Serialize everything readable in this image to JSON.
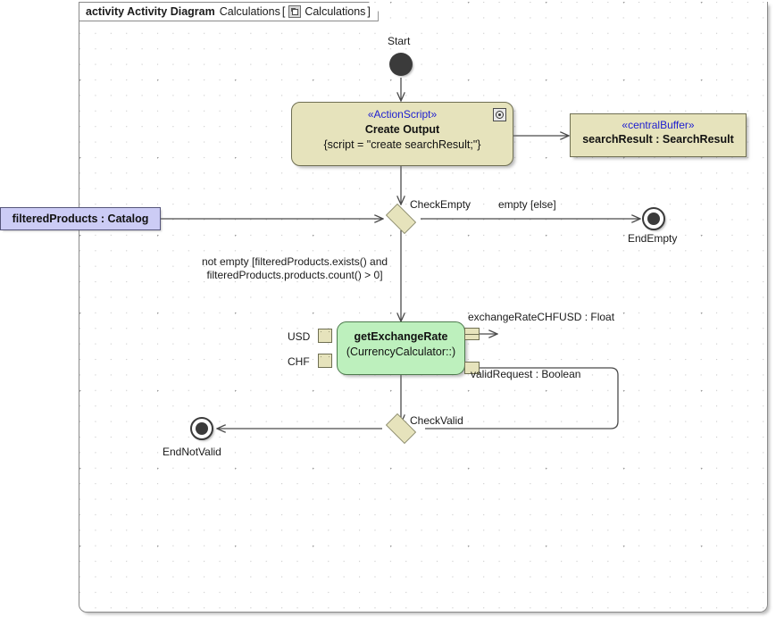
{
  "diagram": {
    "frame_header": {
      "keyword": "activity Activity Diagram",
      "name": "Calculations",
      "bracket_open": "[",
      "icon": "diagram-icon",
      "qualified_name": "Calculations",
      "bracket_close": "]"
    },
    "background": "#ffffff",
    "frame_border_color": "#8a8a8a"
  },
  "nodes": {
    "start": {
      "label": "Start",
      "type": "initial-node",
      "color": "#3b3b3b"
    },
    "create_output": {
      "stereotype": "«ActionScript»",
      "name": "Create Output",
      "body": "{script = \"create searchResult;\"}",
      "icon": "script-icon",
      "fill": "#e6e3bc",
      "stereotype_color": "#2020d0"
    },
    "search_result_buffer": {
      "stereotype": "«centralBuffer»",
      "name": "searchResult : SearchResult",
      "fill": "#e6e3bc",
      "stereotype_color": "#2020d0"
    },
    "filtered_products": {
      "label": "filteredProducts : Catalog",
      "fill": "#ccccf5"
    },
    "check_empty": {
      "label": "CheckEmpty",
      "type": "decision",
      "fill": "#e6e3bc"
    },
    "end_empty": {
      "label": "EndEmpty",
      "type": "final-node"
    },
    "get_exchange_rate": {
      "name": "getExchangeRate",
      "body": "(CurrencyCalculator::)",
      "fill": "#bdf0bd",
      "input_pins": [
        {
          "label": "USD"
        },
        {
          "label": "CHF"
        }
      ],
      "output_pins": [
        {
          "label": "exchangeRateCHFUSD : Float"
        },
        {
          "label": "validRequest : Boolean"
        }
      ]
    },
    "check_valid": {
      "label": "CheckValid",
      "type": "decision",
      "fill": "#e6e3bc"
    },
    "end_not_valid": {
      "label": "EndNotValid",
      "type": "final-node"
    }
  },
  "edges": {
    "empty_else": {
      "guard": "empty [else]"
    },
    "not_empty": {
      "guard_line1": "not empty [filteredProducts.exists() and",
      "guard_line2": "filteredProducts.products.count() > 0]"
    }
  }
}
